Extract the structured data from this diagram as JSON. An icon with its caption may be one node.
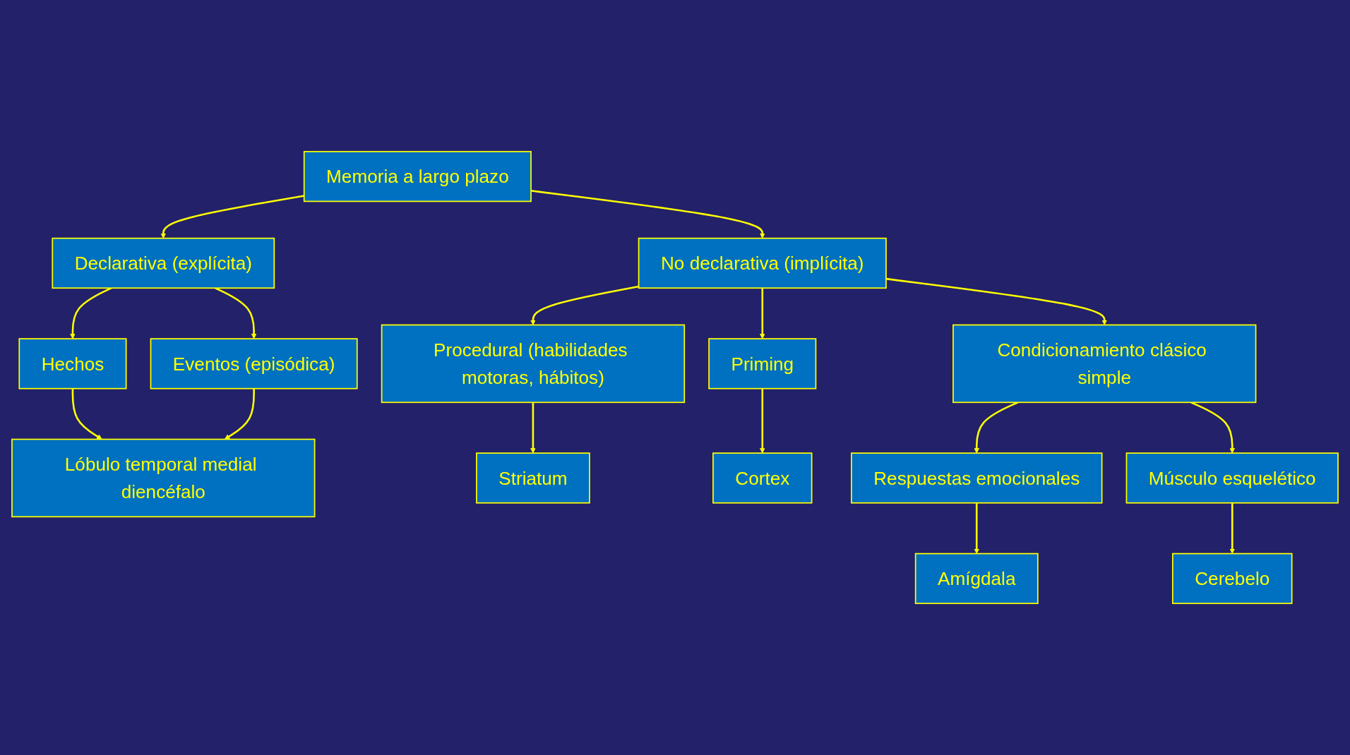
{
  "diagram": {
    "nodes": [
      {
        "text": [
          "Memoria a largo plazo"
        ]
      },
      {
        "text": [
          "Declarativa (explícita)"
        ]
      },
      {
        "text": [
          "No declarativa (implícita)"
        ]
      },
      {
        "text": [
          "Hechos"
        ]
      },
      {
        "text": [
          "Eventos (episódica)"
        ]
      },
      {
        "text": [
          "Procedural (habilidades motoras, hábitos)"
        ]
      },
      {
        "text": [
          "Priming"
        ]
      },
      {
        "text": [
          "Condicionamiento clásico simple"
        ]
      },
      {
        "text": [
          "Lóbulo temporal medial diencéfalo"
        ]
      },
      {
        "text": [
          "Striatum"
        ]
      },
      {
        "text": [
          "Cortex"
        ]
      },
      {
        "text": [
          "Respuestas emocionales"
        ]
      },
      {
        "text": [
          "Músculo esquelético"
        ]
      },
      {
        "text": [
          "Amígdala"
        ]
      },
      {
        "text": [
          "Cerebelo"
        ]
      }
    ],
    "edges": [
      {
        "from": 0,
        "to": 1,
        "arrow": "to"
      },
      {
        "from": 0,
        "to": 2,
        "arrow": "to"
      },
      {
        "from": 1,
        "to": 3,
        "arrow": "to"
      },
      {
        "from": 1,
        "to": 4,
        "arrow": "to"
      },
      {
        "from": 2,
        "to": 5,
        "arrow": "to"
      },
      {
        "from": 2,
        "to": 6,
        "arrow": "to"
      },
      {
        "from": 2,
        "to": 7,
        "arrow": "to"
      },
      {
        "from": 3,
        "to": 8,
        "arrow": "to"
      },
      {
        "from": 4,
        "to": 8,
        "arrow": "to"
      },
      {
        "from": 5,
        "to": 9,
        "arrow": "to"
      },
      {
        "from": 6,
        "to": 10,
        "arrow": "to"
      },
      {
        "from": 7,
        "to": 11,
        "arrow": "to"
      },
      {
        "from": 7,
        "to": 12,
        "arrow": "to"
      },
      {
        "from": 11,
        "to": 13,
        "arrow": "to"
      },
      {
        "from": 12,
        "to": 14,
        "arrow": "to"
      }
    ]
  }
}
